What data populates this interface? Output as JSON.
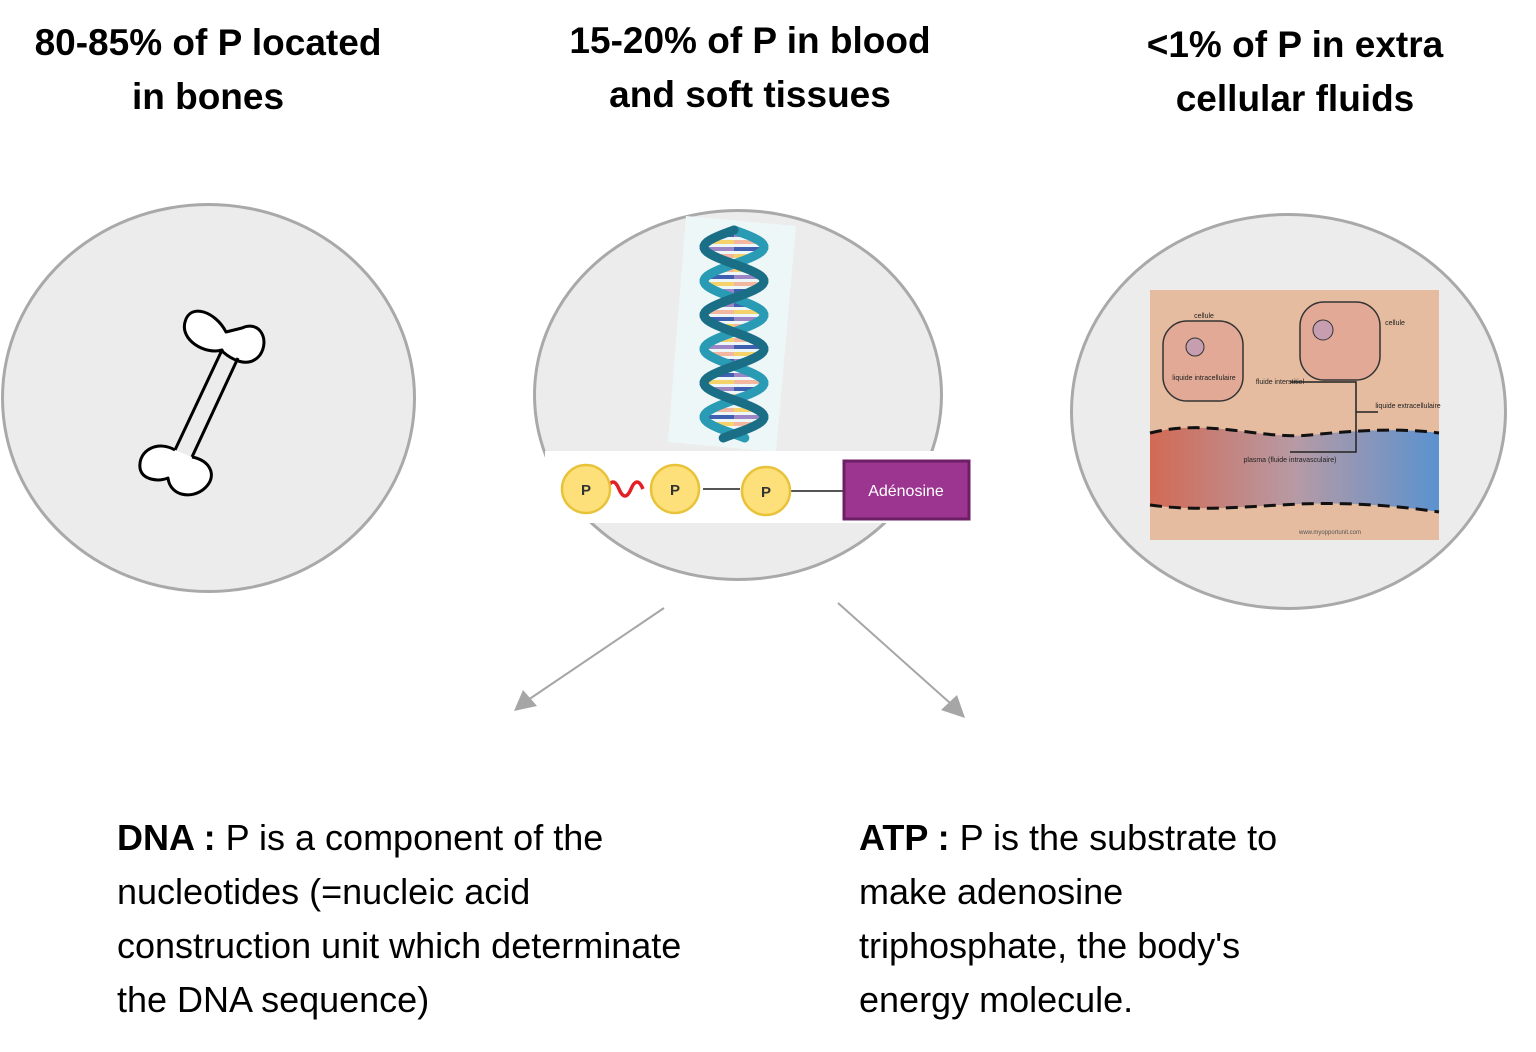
{
  "headings": {
    "bones": "80-85% of P located\nin bones",
    "blood": "15-20% of P in blood\nand soft tissues",
    "fluids": "<1% of P in extra\ncellular fluids"
  },
  "atp_diagram": {
    "phosphate_label": "P",
    "adenosine_label": "Adénosine",
    "colors": {
      "phosphate_fill": "#fde07a",
      "phosphate_stroke": "#e8c33a",
      "high_energy_bond": "#e32026",
      "adenosine_fill": "#9b3590",
      "adenosine_stroke": "#6d1f66"
    }
  },
  "dna_colors": {
    "backbone": "#2a9bb4",
    "backbone_dark": "#1a6f86",
    "base_pairs": [
      "#9d86c5",
      "#f3b6a0",
      "#3f5fb0",
      "#f6d36a"
    ]
  },
  "fluid_diagram": {
    "label_cell_1": "cellule",
    "label_cell_2": "cellule",
    "label_intracellular": "liquide intracellulaire",
    "label_interstitial": "fluide interstitiel",
    "label_extracellular": "liquide extracellulaire",
    "label_plasma": "plasma (fluide intravasculaire)",
    "label_source": "www.myopportunit.com",
    "colors": {
      "background": "#e5bca0",
      "vessel_left": "#d26a55",
      "vessel_right": "#5b92d0"
    }
  },
  "captions": {
    "dna_title": "DNA :",
    "dna_text": " P is a component of the nucleotides (=nucleic acid construction unit which determinate the DNA sequence)",
    "atp_title": "ATP :",
    "atp_text": " P is the substrate to make adenosine triphosphate, the body's energy molecule."
  }
}
